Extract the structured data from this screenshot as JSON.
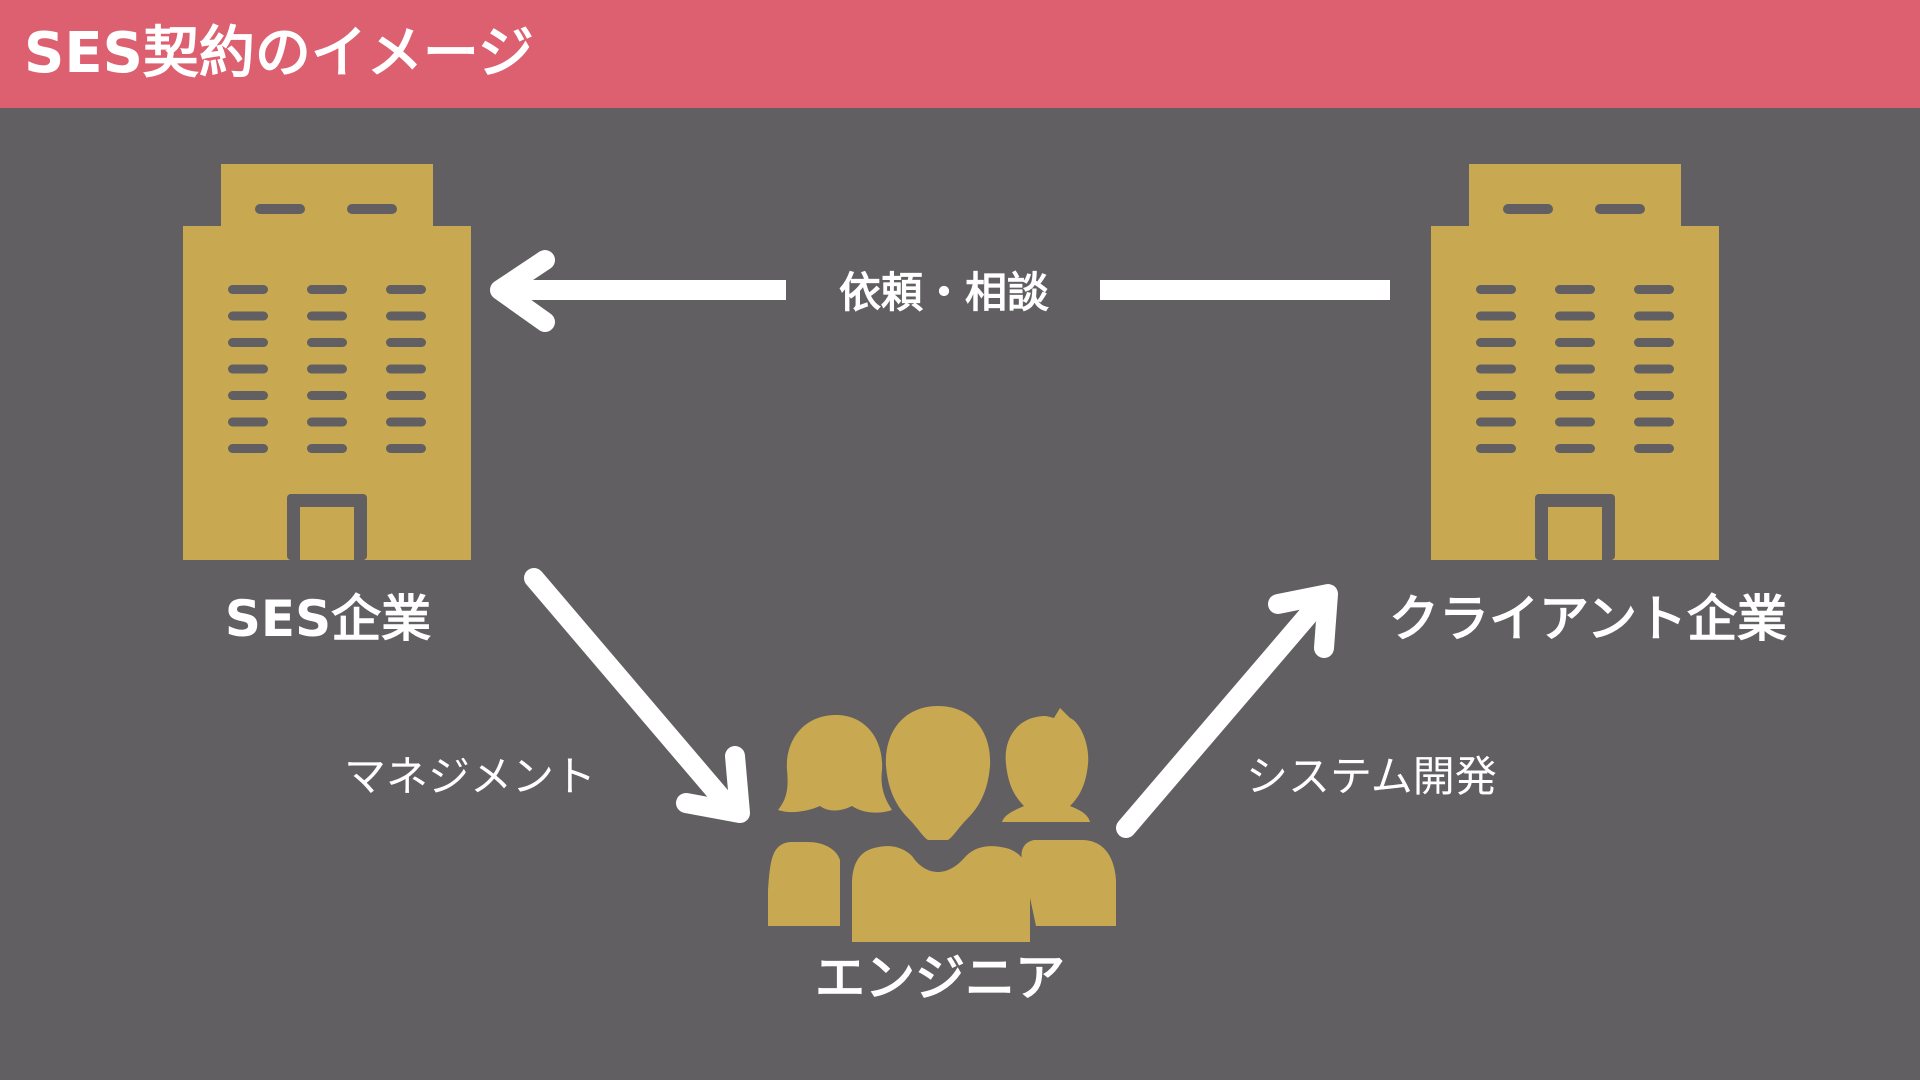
{
  "title": "SES契約のイメージ",
  "colors": {
    "header": "#dd6070",
    "background": "#615f61",
    "icon": "#c8a951",
    "text": "#ffffff"
  },
  "nodes": {
    "ses": {
      "label": "SES企業",
      "icon": "office-building-icon"
    },
    "client": {
      "label": "クライアント企業",
      "icon": "office-building-icon"
    },
    "engineer": {
      "label": "エンジニア",
      "icon": "people-group-icon"
    }
  },
  "edges": {
    "request": {
      "label": "依頼・相談"
    },
    "management": {
      "label": "マネジメント"
    },
    "development": {
      "label": "システム開発"
    }
  }
}
